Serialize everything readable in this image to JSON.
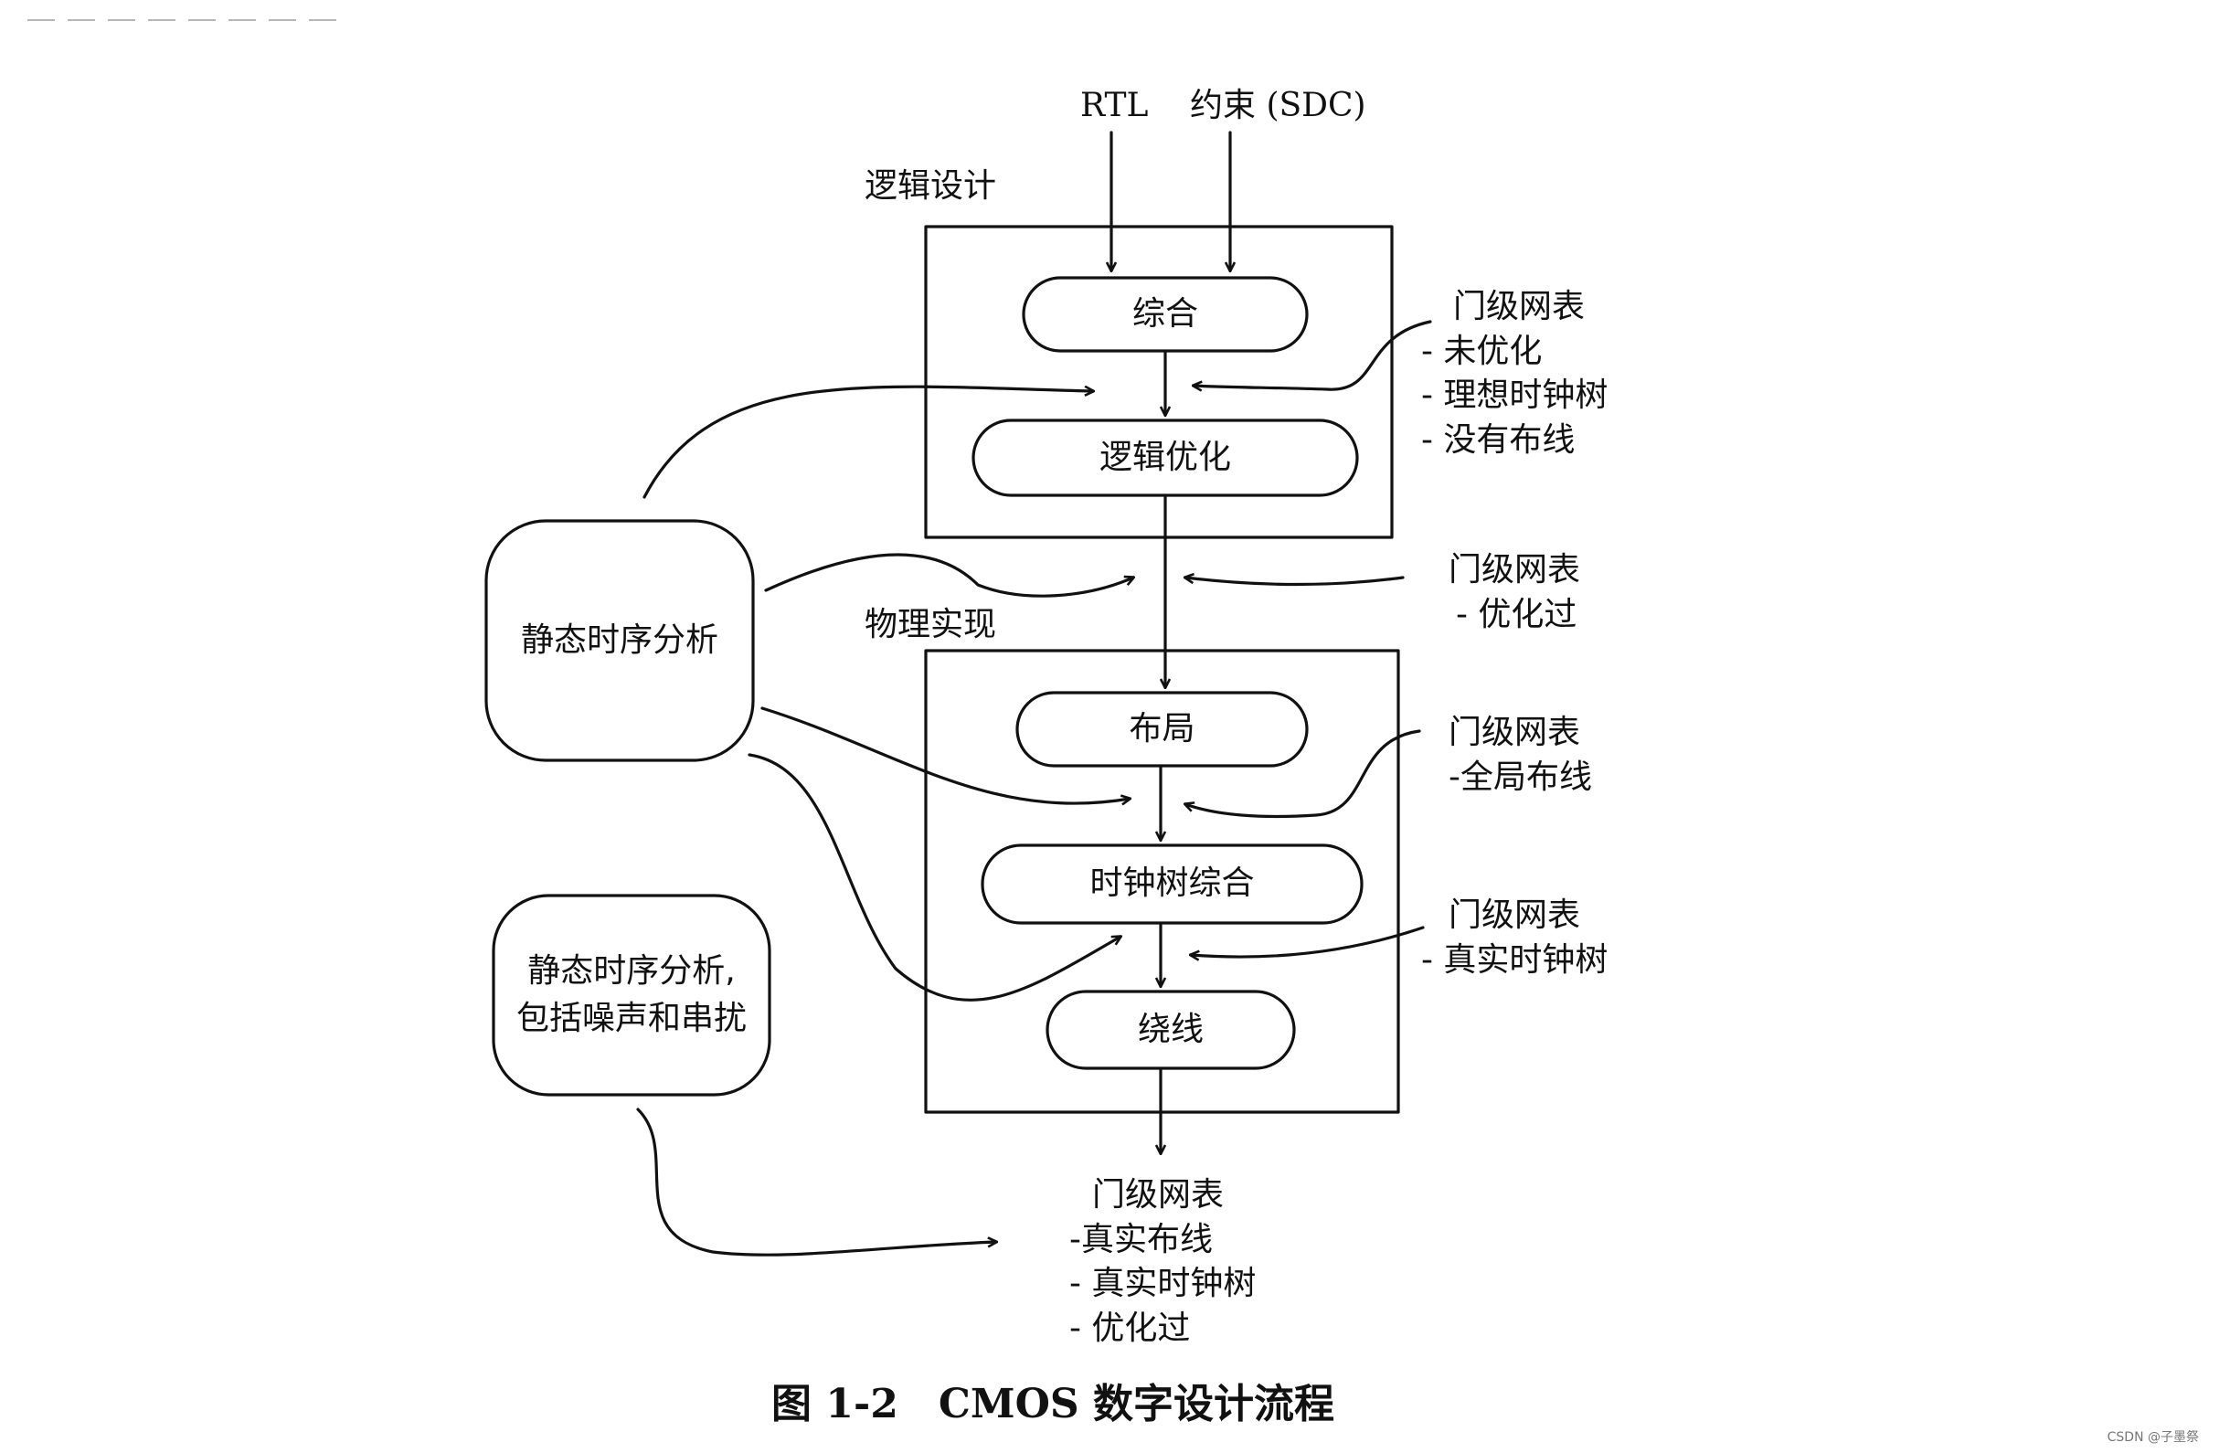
{
  "inputs": {
    "rtl": "RTL",
    "sdc": "约束 (SDC)"
  },
  "logic_design": {
    "title": "逻辑设计",
    "steps": [
      "综合",
      "逻辑优化"
    ]
  },
  "physical_design": {
    "title": "物理实现",
    "steps": [
      "布局",
      "时钟树综合",
      "绕线"
    ]
  },
  "sta_boxes": [
    {
      "lines": [
        "静态时序分析"
      ]
    },
    {
      "lines": [
        "静态时序分析,",
        "包括噪声和串扰"
      ]
    }
  ],
  "netlists": [
    {
      "title": "门级网表",
      "items": [
        "- 未优化",
        "- 理想时钟树",
        "- 没有布线"
      ]
    },
    {
      "title": "门级网表",
      "items": [
        "- 优化过"
      ]
    },
    {
      "title": "门级网表",
      "items": [
        "-全局布线"
      ]
    },
    {
      "title": "门级网表",
      "items": [
        "- 真实时钟树"
      ]
    },
    {
      "title": "门级网表",
      "items": [
        "-真实布线",
        "- 真实时钟树",
        "- 优化过"
      ]
    }
  ],
  "caption": {
    "figure": "图 1-2",
    "title": "CMOS 数字设计流程"
  },
  "watermark": "CSDN @子墨祭",
  "colors": {
    "ink": "#111111",
    "background": "#ffffff"
  }
}
